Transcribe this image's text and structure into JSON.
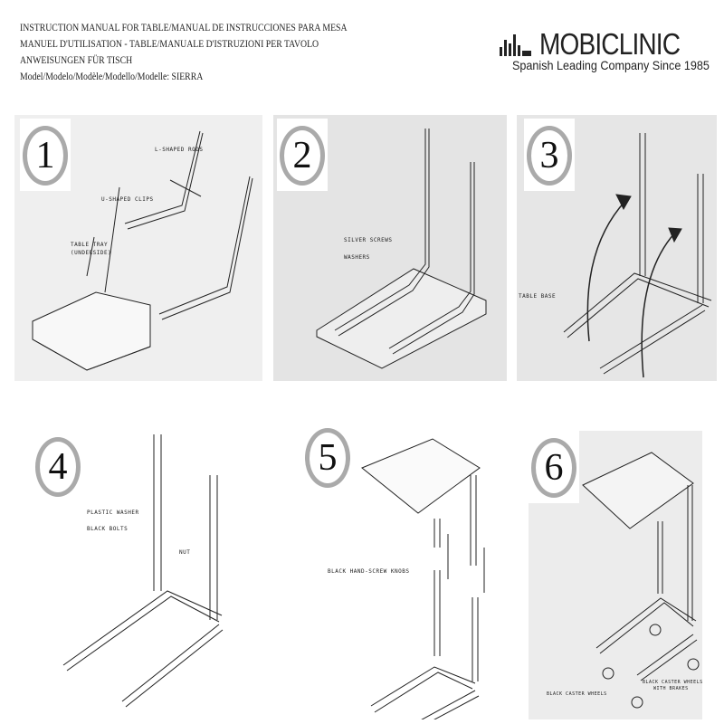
{
  "header": {
    "lines": [
      "INSTRUCTION MANUAL FOR TABLE/MANUAL DE INSTRUCCIONES PARA MESA",
      "MANUEL D'UTILISATION - TABLE/MANUALE D'ISTRUZIONI PER TAVOLO",
      "ANWEISUNGEN FÜR TISCH",
      "Model/Modelo/Modèle/Modello/Modelle: SIERRA"
    ]
  },
  "logo": {
    "name": "MOBICLINIC",
    "tagline": "Spanish Leading Company Since 1985"
  },
  "steps": [
    {
      "number": "1",
      "labels": [
        "L-SHAPED RODS",
        "U-SHAPED CLIPS",
        "TABLE TRAY",
        "(UNDERSIDE)"
      ]
    },
    {
      "number": "2",
      "labels": [
        "SILVER SCREWS",
        "WASHERS"
      ]
    },
    {
      "number": "3",
      "labels": [
        "TABLE BASE"
      ]
    },
    {
      "number": "4",
      "labels": [
        "PLASTIC WASHER",
        "BLACK BOLTS",
        "NUT"
      ]
    },
    {
      "number": "5",
      "labels": [
        "BLACK HAND-SCREW KNOBS"
      ]
    },
    {
      "number": "6",
      "labels": [
        "BLACK CASTER WHEELS",
        "BLACK CASTER WHEELS",
        "WITH BRAKES"
      ]
    }
  ]
}
